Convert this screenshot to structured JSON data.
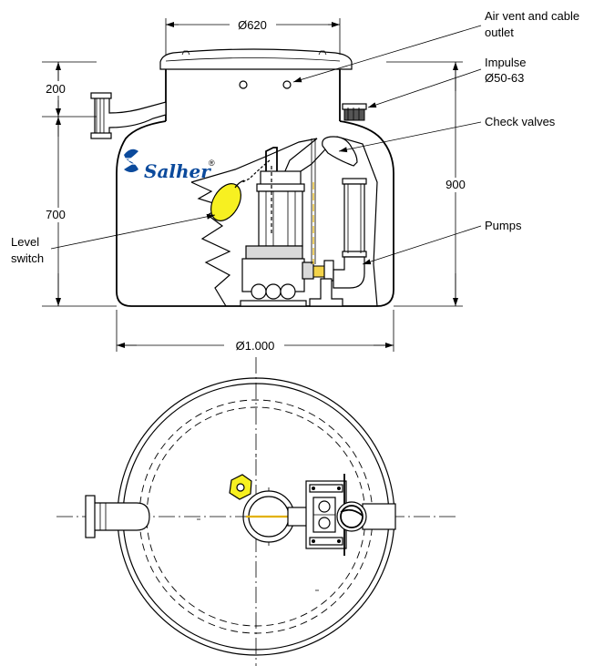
{
  "colors": {
    "float": "#f7f021",
    "brand": "#0b4a9c",
    "line": "#000000"
  },
  "brand": {
    "name": "Salher",
    "mark": "®"
  },
  "dimensions": {
    "top_diameter": "Ø620",
    "height_upper": "200",
    "height_lower": "700",
    "height_total": "900",
    "base_diameter": "Ø1.000"
  },
  "callouts": {
    "air_vent_line1": "Air vent and cable",
    "air_vent_line2": "outlet",
    "impulse_line1": "Impulse",
    "impulse_line2": "Ø50-63",
    "check_valves": "Check valves",
    "pumps": "Pumps",
    "level_switch_line1": "Level",
    "level_switch_line2": "switch"
  },
  "icons": {
    "brand_logo": "salher-logo-icon"
  }
}
